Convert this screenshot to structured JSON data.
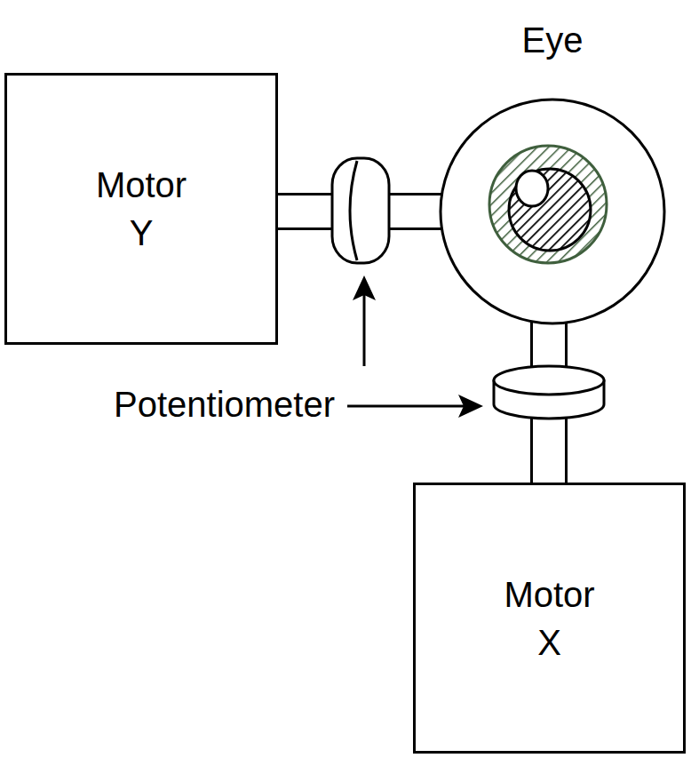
{
  "diagram": {
    "nodes": [
      {
        "text": [
          "Motor Y"
        ]
      },
      {
        "text": [
          "Eye"
        ]
      },
      {
        "text": [
          "Motor X"
        ]
      }
    ],
    "edges": [
      {
        "from": 0,
        "to": 1,
        "arrow": "none"
      },
      {
        "from": 2,
        "to": 1,
        "arrow": "none"
      }
    ],
    "labels": [
      "Potentiometer"
    ]
  }
}
